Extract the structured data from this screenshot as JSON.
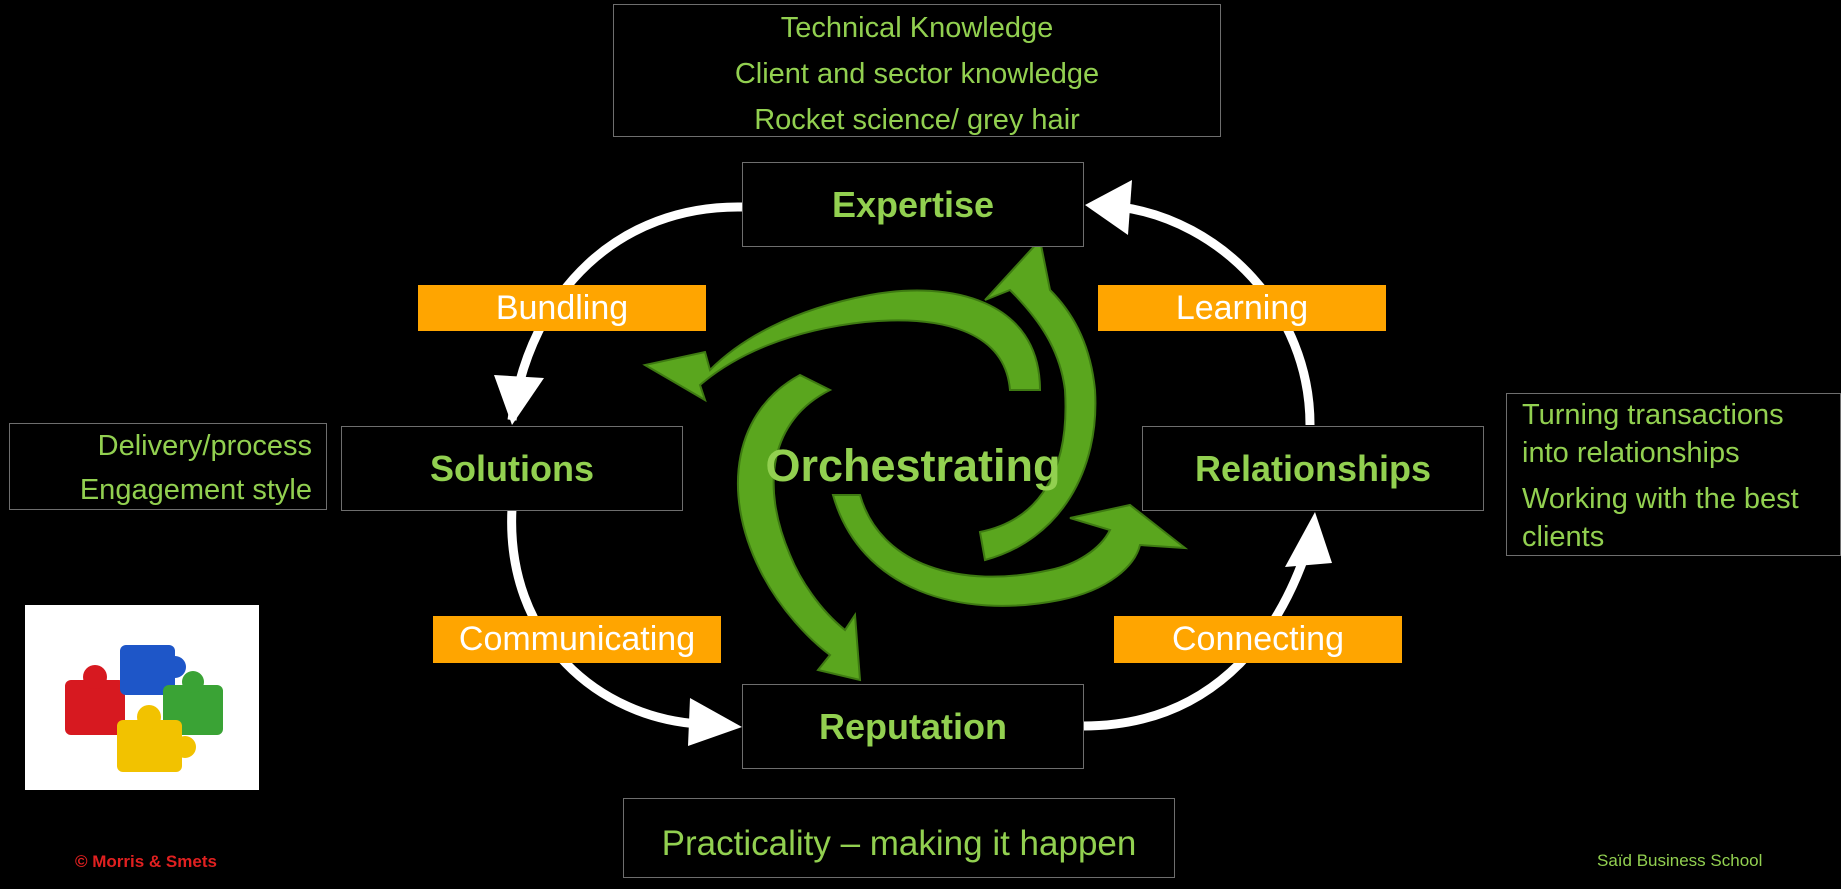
{
  "top_info": [
    "Technical Knowledge",
    "Client and sector knowledge",
    "Rocket science/ grey hair"
  ],
  "left_info": [
    "Delivery/process",
    "Engagement style"
  ],
  "right_info": [
    "Turning transactions",
    "into relationships",
    "Working with the best",
    "clients"
  ],
  "bottom_info": "Practicality – making it happen",
  "nodes": {
    "expertise": "Expertise",
    "solutions": "Solutions",
    "relationships": "Relationships",
    "reputation": "Reputation"
  },
  "center": "Orchestrating",
  "tags": {
    "bundling": "Bundling",
    "learning": "Learning",
    "communicating": "Communicating",
    "connecting": "Connecting"
  },
  "footer": {
    "copyright": "© Morris & Smets",
    "school": "Saïd Business School"
  },
  "colors": {
    "green_text": "#92d050",
    "orange": "#ffa500",
    "arrow_green": "#5aa61e",
    "copyright": "#e02020"
  },
  "icons": [
    "puzzle-icon"
  ]
}
